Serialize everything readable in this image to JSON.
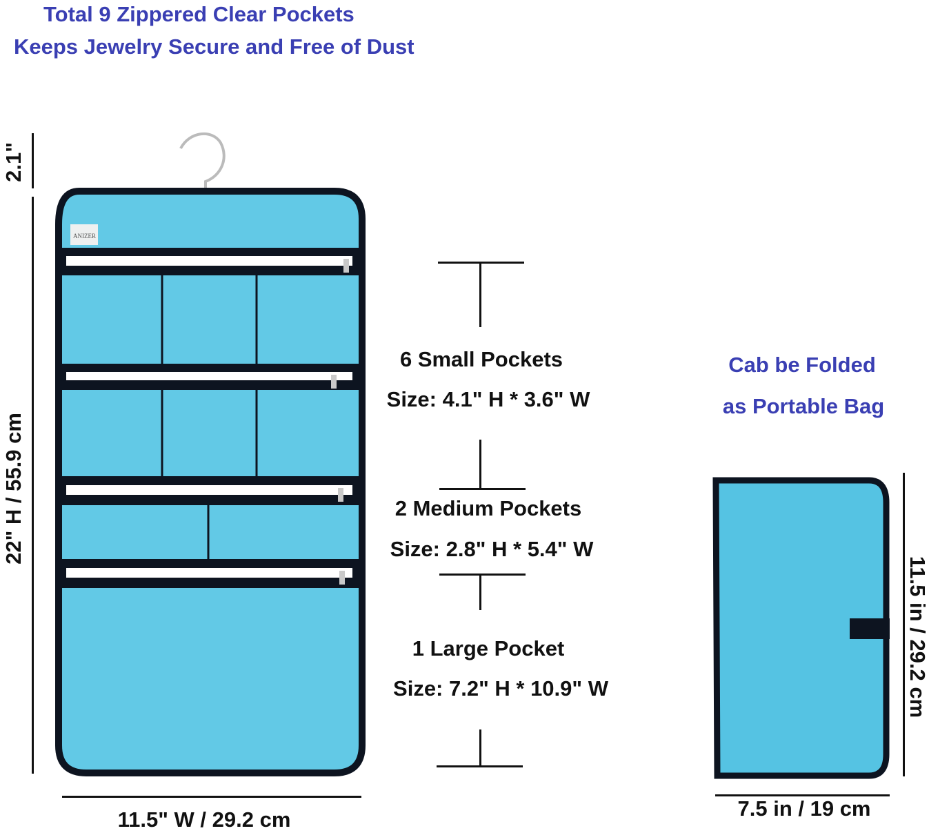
{
  "header": {
    "line1": "Total  9  Zippered Clear Pockets",
    "line2": "Keeps Jewelry Secure and Free of Dust"
  },
  "brand_label": "ANIZER",
  "dimensions": {
    "hook_height": "2.1\"",
    "height": "22\" H / 55.9 cm",
    "width": "11.5\" W / 29.2 cm"
  },
  "pockets": [
    {
      "name": "6 Small Pockets",
      "size": "Size: 4.1\" H * 3.6\" W"
    },
    {
      "name": "2 Medium Pockets",
      "size": "Size: 2.8\" H * 5.4\" W"
    },
    {
      "name": "1 Large Pocket",
      "size": "Size: 7.2\" H * 10.9\" W"
    }
  ],
  "folded": {
    "line1": "Cab be Folded",
    "line2": "as Portable Bag",
    "height": "11.5 in / 29.2 cm",
    "width": "7.5 in / 19 cm"
  },
  "colors": {
    "title": "#3a3fb3",
    "fabric": "#62c9e6",
    "trim": "#0d1420"
  }
}
